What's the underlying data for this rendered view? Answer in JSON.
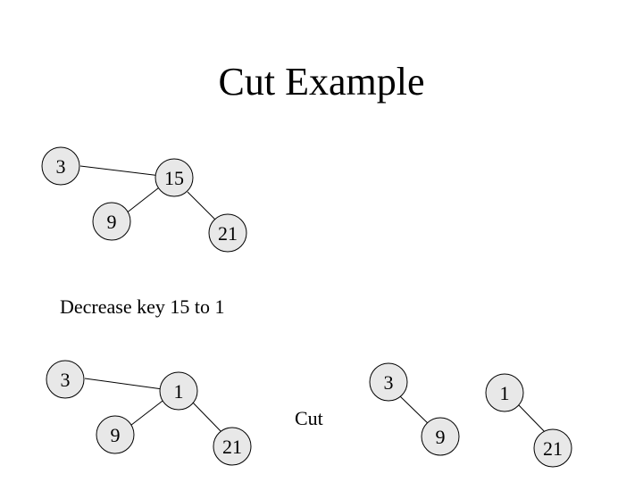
{
  "title": "Cut Example",
  "caption": "Decrease key 15 to 1",
  "cut_label": "Cut",
  "node_fill": "#e8e8e8",
  "trees": {
    "before": {
      "nodes": {
        "a": "3",
        "b": "15",
        "c": "9",
        "d": "21"
      },
      "edges": [
        [
          "a",
          "b"
        ],
        [
          "b",
          "c"
        ],
        [
          "b",
          "d"
        ]
      ]
    },
    "after_decrease": {
      "nodes": {
        "a": "3",
        "b": "1",
        "c": "9",
        "d": "21"
      },
      "edges": [
        [
          "a",
          "b"
        ],
        [
          "b",
          "c"
        ],
        [
          "b",
          "d"
        ]
      ]
    },
    "after_cut": {
      "nodes": {
        "a": "3",
        "b": "1",
        "c": "9",
        "d": "21"
      },
      "edges": [
        [
          "a",
          "c"
        ],
        [
          "b",
          "d"
        ]
      ]
    }
  }
}
